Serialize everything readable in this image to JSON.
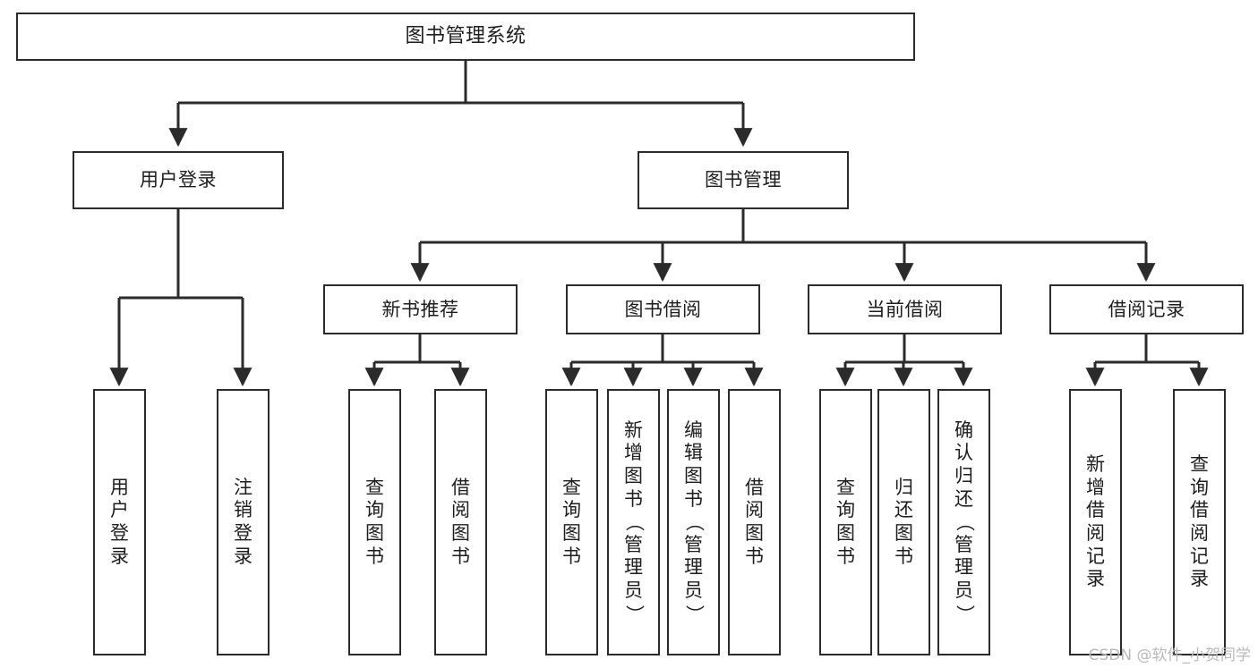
{
  "diagram": {
    "title": "图书管理系统",
    "type": "tree-hierarchy-chart",
    "orientation": "top-down",
    "line_color": "#2b2b2b",
    "box_fill": "#ffffff",
    "text_color": "#1d1d1d",
    "watermark": "CSDN @软件_小贺同学"
  },
  "nodes": {
    "root": {
      "label": "图书管理系统"
    },
    "level2": [
      {
        "label": "用户登录"
      },
      {
        "label": "图书管理"
      }
    ],
    "level3": [
      {
        "label": "新书推荐"
      },
      {
        "label": "图书借阅"
      },
      {
        "label": "当前借阅"
      },
      {
        "label": "借阅记录"
      }
    ],
    "leaves": {
      "user_login": [
        {
          "label": "用户登录"
        },
        {
          "label": "注销登录"
        }
      ],
      "new_book_recommend": [
        {
          "label": "查询图书"
        },
        {
          "label": "借阅图书"
        }
      ],
      "book_borrow": [
        {
          "label": "查询图书"
        },
        {
          "label": "新增图书（管理员）"
        },
        {
          "label": "编辑图书（管理员）"
        },
        {
          "label": "借阅图书"
        }
      ],
      "current_borrow": [
        {
          "label": "查询图书"
        },
        {
          "label": "归还图书"
        },
        {
          "label": "确认归还（管理员）"
        }
      ],
      "borrow_record": [
        {
          "label": "新增借阅记录"
        },
        {
          "label": "查询借阅记录"
        }
      ]
    }
  },
  "edges": [
    {
      "from": "图书管理系统",
      "to": "用户登录"
    },
    {
      "from": "图书管理系统",
      "to": "图书管理"
    },
    {
      "from": "用户登录",
      "to": "用户登录"
    },
    {
      "from": "用户登录",
      "to": "注销登录"
    },
    {
      "from": "图书管理",
      "to": "新书推荐"
    },
    {
      "from": "图书管理",
      "to": "图书借阅"
    },
    {
      "from": "图书管理",
      "to": "当前借阅"
    },
    {
      "from": "图书管理",
      "to": "借阅记录"
    },
    {
      "from": "新书推荐",
      "to": "查询图书"
    },
    {
      "from": "新书推荐",
      "to": "借阅图书"
    },
    {
      "from": "图书借阅",
      "to": "查询图书"
    },
    {
      "from": "图书借阅",
      "to": "新增图书（管理员）"
    },
    {
      "from": "图书借阅",
      "to": "编辑图书（管理员）"
    },
    {
      "from": "图书借阅",
      "to": "借阅图书"
    },
    {
      "from": "当前借阅",
      "to": "查询图书"
    },
    {
      "from": "当前借阅",
      "to": "归还图书"
    },
    {
      "from": "当前借阅",
      "to": "确认归还（管理员）"
    },
    {
      "from": "借阅记录",
      "to": "新增借阅记录"
    },
    {
      "from": "借阅记录",
      "to": "查询借阅记录"
    }
  ]
}
